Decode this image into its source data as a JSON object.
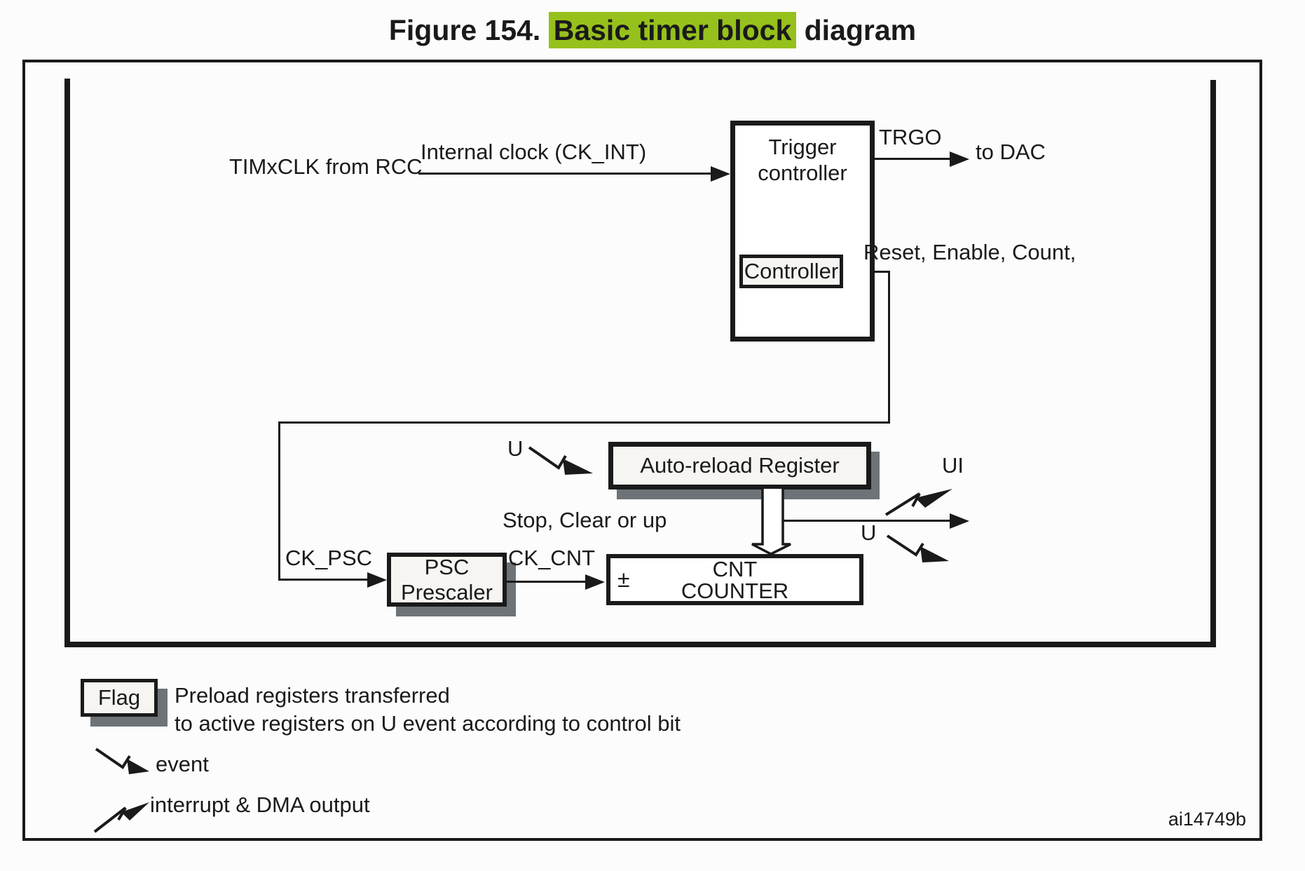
{
  "title": {
    "prefix": "Figure 154. ",
    "highlight": "Basic timer block",
    "suffix": " diagram"
  },
  "colors": {
    "highlight_green": "#96C11C",
    "shadow_gray": "#6D7377",
    "box_fill": "#F6F5F1",
    "ink": "#1A1A1A"
  },
  "diagram": {
    "timxclk_label": "TIMxCLK from RCC",
    "internal_clock_label": "Internal clock (CK_INT)",
    "trigger_controller": {
      "line1": "Trigger",
      "line2": "controller"
    },
    "controller_label": "Controller",
    "trgo_label": "TRGO",
    "to_dac_label": "to DAC",
    "reset_enable_label": "Reset, Enable, Count,",
    "u_top_label": "U",
    "autoreload_label": "Auto-reload Register",
    "ui_label": "UI",
    "u_right_label": "U",
    "stop_clear_label": "Stop, Clear or up",
    "ck_psc_label": "CK_PSC",
    "psc": {
      "line1": "PSC",
      "line2": "Prescaler"
    },
    "ck_cnt_label": "CK_CNT",
    "cnt": {
      "plus_minus": "±",
      "line1": "CNT",
      "line2": "COUNTER"
    }
  },
  "legend": {
    "flag_label": "Flag",
    "preload_line1": "Preload registers transferred",
    "preload_line2": "to active registers on U event according to control bit",
    "event_label": "event",
    "interrupt_label": "interrupt & DMA output"
  },
  "footer": {
    "figure_id": "ai14749b"
  }
}
